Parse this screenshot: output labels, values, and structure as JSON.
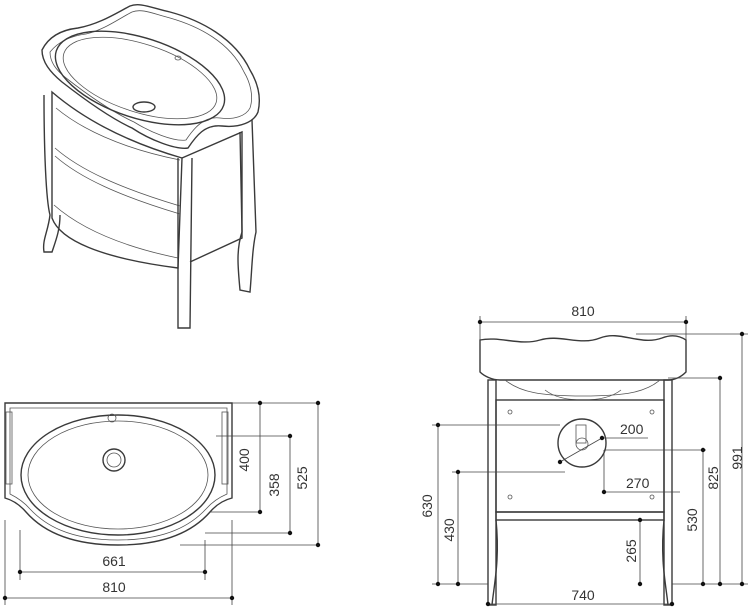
{
  "drawing": {
    "views": {
      "perspective": {
        "label": ""
      },
      "plan": {
        "dims": {
          "depth_basin": "400",
          "depth_inner": "358",
          "depth_total": "525",
          "width_inner": "661",
          "width_total": "810"
        }
      },
      "front": {
        "dims": {
          "width_top": "810",
          "width_frame": "740",
          "height_total": "991",
          "height_basin": "825",
          "height_overall": "630",
          "height_frame": "430",
          "height_shelf": "530",
          "height_low": "265",
          "drain_offset": "200",
          "drain_width": "270"
        }
      }
    }
  }
}
